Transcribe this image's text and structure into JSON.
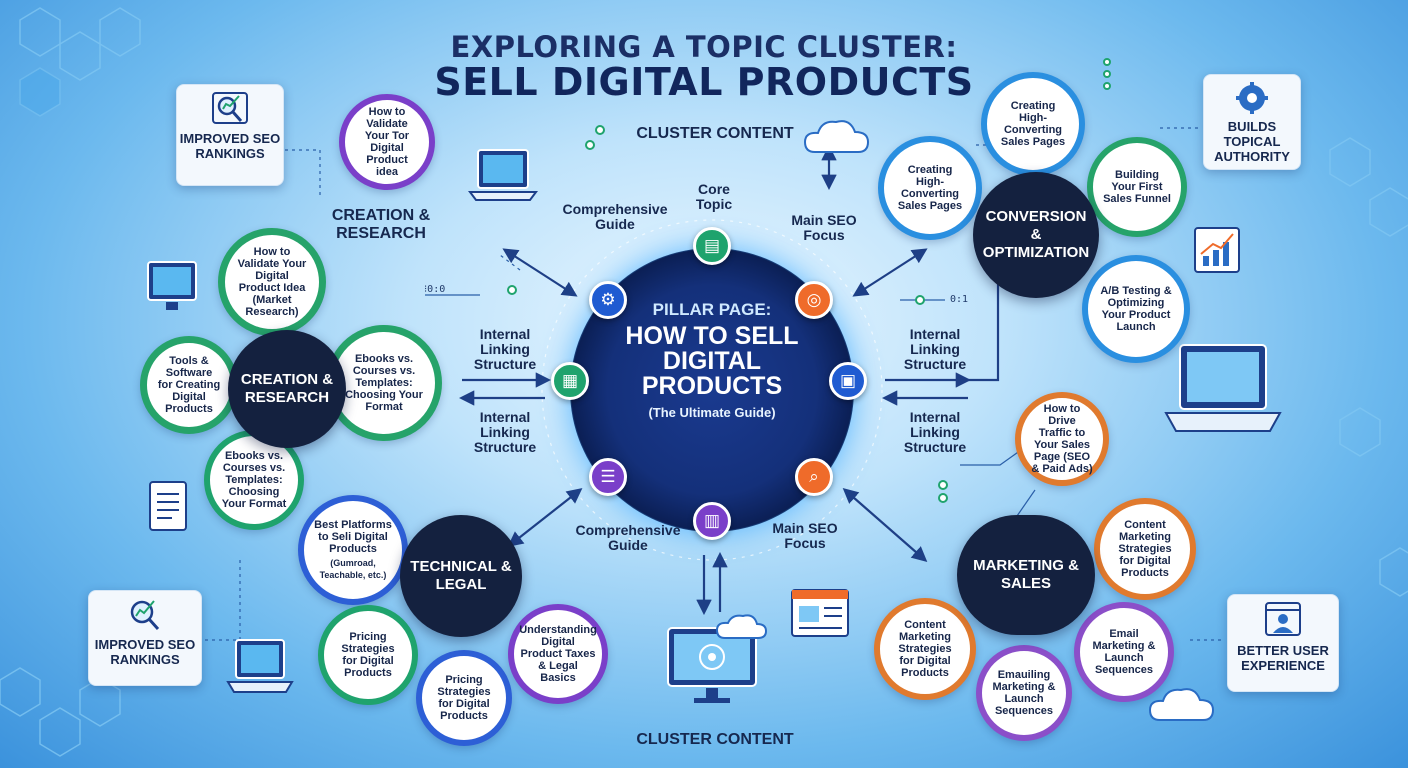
{
  "title": {
    "line1": "EXPLORING A TOPIC CLUSTER:",
    "line2": "SELL DIGITAL PRODUCTS"
  },
  "pillar": {
    "prefix": "PILLAR PAGE:",
    "main": "HOW TO SELL DIGITAL PRODUCTS",
    "sub": "(The Ultimate Guide)"
  },
  "labels": {
    "cluster_top": "CLUSTER CONTENT",
    "cluster_bottom": "CLUSTER CONTENT",
    "core_topic": "Core Topic",
    "comprehensive_top": "Comprehensive Guide",
    "comprehensive_bottom": "Comprehensive Guide",
    "main_seo_top": "Main SEO Focus",
    "main_seo_bottom": "Main SEO Focus",
    "creation_research_heading": "CREATION & RESEARCH",
    "internal_left_1": "Internal Linking Structure",
    "internal_left_2": "Internal Linking Structure",
    "internal_right_1": "Internal Linking Structure",
    "internal_right_2": "Internal Linking Structure",
    "code_left": "⁝0:0",
    "code_right": "0:1"
  },
  "cards": {
    "seo_top": "IMPROVED SEO RANKINGS",
    "seo_bottom": "IMPROVED SEO RANKINGS",
    "topical_authority": "BUILDS TOPICAL AUTHORITY",
    "user_experience": "BETTER USER EXPERIENCE"
  },
  "clusters": {
    "creation": {
      "hub": "CREATION & RESEARCH",
      "items": [
        "How to Validate Your Tor Digital Product idea",
        "How to Validate Your Digital Product Idea (Market Research)",
        "Tools & Software for Creating Digital Products",
        "Ebooks vs. Courses vs. Templates: Choosing Your Format",
        "Ebooks vs. Courses vs. Templates: Choosing Your Format"
      ]
    },
    "technical": {
      "hub": "TECHNICAL & LEGAL",
      "items": [
        "Best Platforms to Seli Digital Products",
        "(Gumroad, Teachable, etc.)",
        "Pricing Strategies for Digital Products",
        "Pricing Strategies for Digital Products",
        "Understanding Digital Product Taxes & Legal Basics"
      ]
    },
    "conversion": {
      "hub": "CONVERSION & OPTIMIZATION",
      "items": [
        "Creating High-Converting Sales Pages",
        "Creating High-Converting Sales Pages",
        "Building Your First Sales Funnel",
        "A/B Testing & Optimizing Your Product Launch"
      ]
    },
    "marketing": {
      "hub": "MARKETING & SALES",
      "items": [
        "How to Drive Traffic to Your Sales Page (SEO & Paid Ads)",
        "Content Marketing Strategies for Digital Products",
        "Email Marketing & Launch Sequences",
        "Emauiling Marketing & Launch Sequences",
        "Content Marketing Strategies for Digital Products"
      ]
    }
  },
  "colors": {
    "title": "#11265c",
    "hub_fill": "#14213f",
    "creation_ring": "#26a36a",
    "technical_ring": "#2d5fd6",
    "conversion_ring": "#2a8fe0",
    "marketing_ring": "#e07a2e",
    "marketing_ring_alt": "#8b4fc9",
    "pillar_glow": "#5fc4ff"
  },
  "satellites": [
    {
      "icon": "gear-icon",
      "color": "#1f5bd1"
    },
    {
      "icon": "document-icon",
      "color": "#1fa36d"
    },
    {
      "icon": "target-icon",
      "color": "#ef6b2a"
    },
    {
      "icon": "web-page-icon",
      "color": "#1f5bd1"
    },
    {
      "icon": "search-icon",
      "color": "#ef6b2a"
    },
    {
      "icon": "chart-icon",
      "color": "#7a3fc9"
    },
    {
      "icon": "document-list-icon",
      "color": "#7a3fc9"
    },
    {
      "icon": "page-icon",
      "color": "#1fa36d"
    }
  ]
}
